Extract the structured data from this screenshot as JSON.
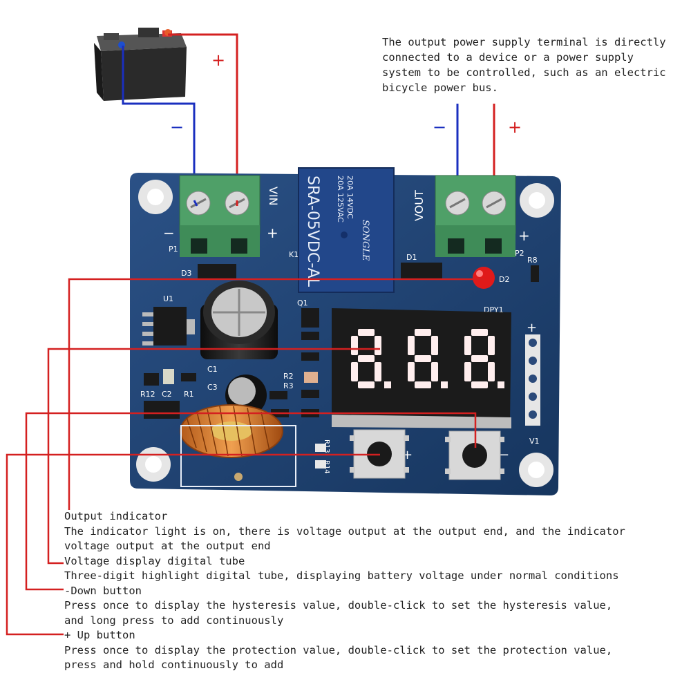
{
  "output_terminal_note": "The output power supply terminal is directly\nconnected to a device or a power supply\nsystem to be controlled, such as an electric\nbicycle power bus.",
  "battery_polarity": {
    "plus": "+",
    "minus": "−"
  },
  "output_polarity": {
    "plus": "+",
    "minus": "−"
  },
  "board": {
    "vin_label": "VIN",
    "vout_label": "VOUT",
    "p1": "P1",
    "p2": "P2",
    "k1": "K1",
    "d1": "D1",
    "d2": "D2",
    "d3": "D3",
    "u1": "U1",
    "q1": "Q1",
    "c1": "C1",
    "c2": "C2",
    "c3": "C3",
    "r1": "R1",
    "r2": "R2",
    "r3": "R3",
    "r8": "R8",
    "r13": "R13",
    "r14": "R14",
    "r12": "R12",
    "dpy1": "DPY1",
    "v1": "V1",
    "relay_model": "SRA-05VDC-AL",
    "relay_brand": "SONGLE",
    "relay_rating_1": "20A 14VDC",
    "relay_rating_2": "20A 125VAC",
    "minus_sign": "−",
    "plus_sign": "+"
  },
  "callouts": [
    {
      "title": "Output indicator",
      "description": "The indicator light is on, there is voltage output at the output end, and the indicator\nvoltage output at the output end"
    },
    {
      "title": "Voltage display digital tube",
      "description": "Three-digit highlight digital tube, displaying battery voltage under normal conditions"
    },
    {
      "title": "-Down button",
      "description": "Press once to display the hysteresis value, double-click to set the hysteresis value,\nand long press to add continuously"
    },
    {
      "title": "+ Up button",
      "description": "Press once to display the protection value, double-click to set the protection value,\npress and hold continuously to add"
    }
  ],
  "colors": {
    "board": "#1e3f6e",
    "terminal": "#4fa068",
    "relay": "#22478a",
    "wire_red": "#d42020",
    "wire_blue": "#1a2fbf",
    "led": "#e01a1a",
    "segment": "#ffeeee"
  }
}
